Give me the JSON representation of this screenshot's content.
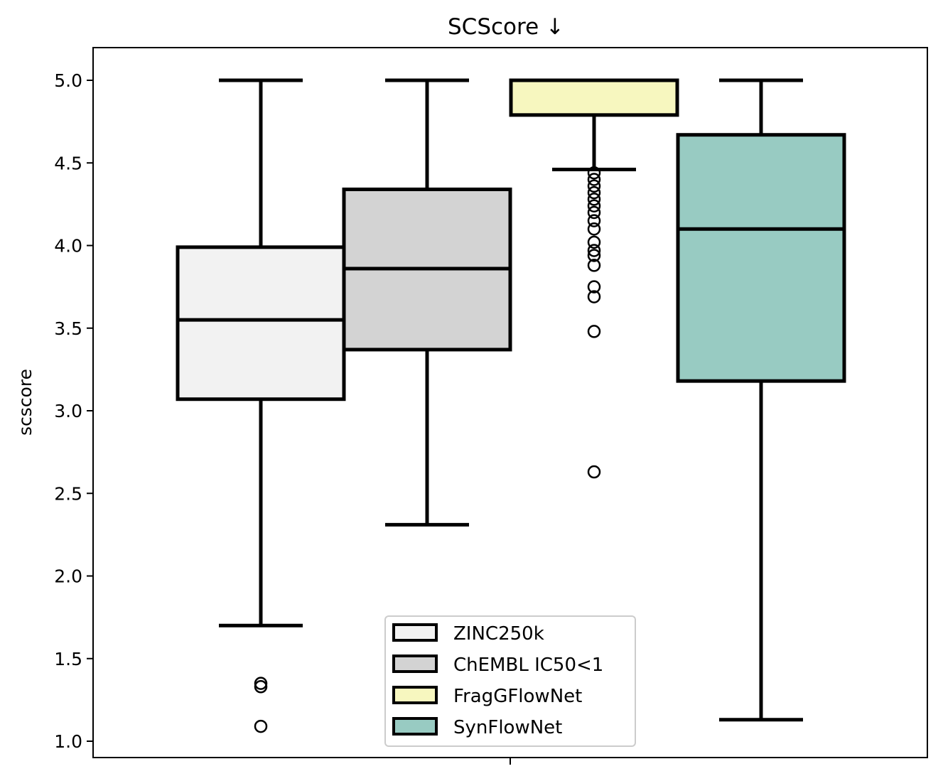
{
  "chart_data": {
    "type": "box",
    "title": "SCScore ↓",
    "xlabel": "",
    "ylabel": "scscore",
    "ylim": [
      0.9,
      5.2
    ],
    "yticks": [
      "1.0",
      "1.5",
      "2.0",
      "2.5",
      "3.0",
      "3.5",
      "4.0",
      "4.5",
      "5.0"
    ],
    "legend_position": "lower-center",
    "series": [
      {
        "name": "ZINC250k",
        "color": "#f2f2f2",
        "whisker_low": 1.7,
        "q1": 3.07,
        "median": 3.55,
        "q3": 3.99,
        "whisker_high": 5.0,
        "outliers": [
          1.09,
          1.33,
          1.35
        ]
      },
      {
        "name": "ChEMBL IC50<1",
        "color": "#d3d3d3",
        "whisker_low": 2.31,
        "q1": 3.37,
        "median": 3.86,
        "q3": 4.34,
        "whisker_high": 5.0,
        "outliers": []
      },
      {
        "name": "FragGFlowNet",
        "color": "#f7f7bf",
        "whisker_low": 4.46,
        "q1": 4.79,
        "median": 5.0,
        "q3": 5.0,
        "whisker_high": 5.0,
        "outliers": [
          2.63,
          3.48,
          3.69,
          3.75,
          3.88,
          3.94,
          3.97,
          4.02,
          4.1,
          4.15,
          4.2,
          4.24,
          4.28,
          4.32,
          4.36,
          4.4,
          4.44
        ]
      },
      {
        "name": "SynFlowNet",
        "color": "#98cbc2",
        "whisker_low": 1.13,
        "q1": 3.18,
        "median": 4.1,
        "q3": 4.67,
        "whisker_high": 5.0,
        "outliers": []
      }
    ]
  }
}
